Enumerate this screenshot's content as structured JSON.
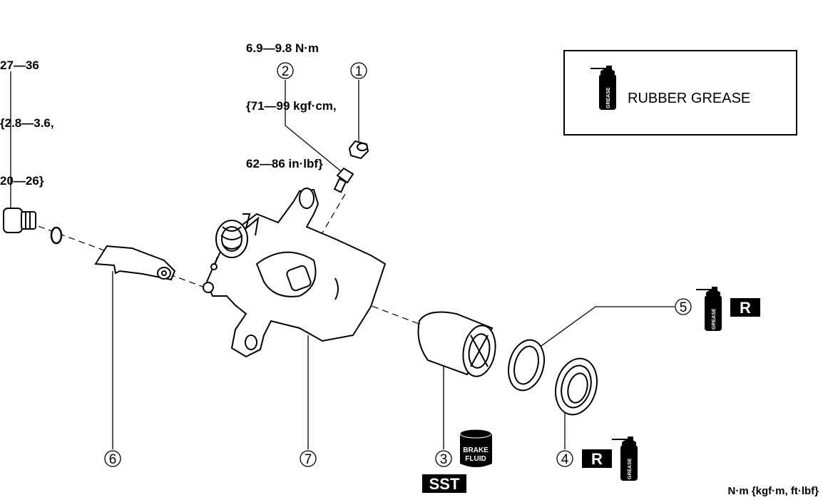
{
  "torque_bolt": [
    "27—36",
    "{2.8—3.6,",
    "20—26}"
  ],
  "torque_bleeder": [
    "6.9—9.8 N·m",
    "{71—99 kgf·cm,",
    "62—86 in·lbf}"
  ],
  "legend": {
    "label": "RUBBER GREASE",
    "can_label": "GREASE"
  },
  "unit_note": "N·m {kgf·m, ft·lbf}",
  "callouts": [
    "1",
    "2",
    "3",
    "4",
    "5",
    "6",
    "7"
  ],
  "badges": {
    "replace": "R",
    "sst": "SST",
    "brake_fluid_1": "BRAKE",
    "brake_fluid_2": "FLUID"
  }
}
